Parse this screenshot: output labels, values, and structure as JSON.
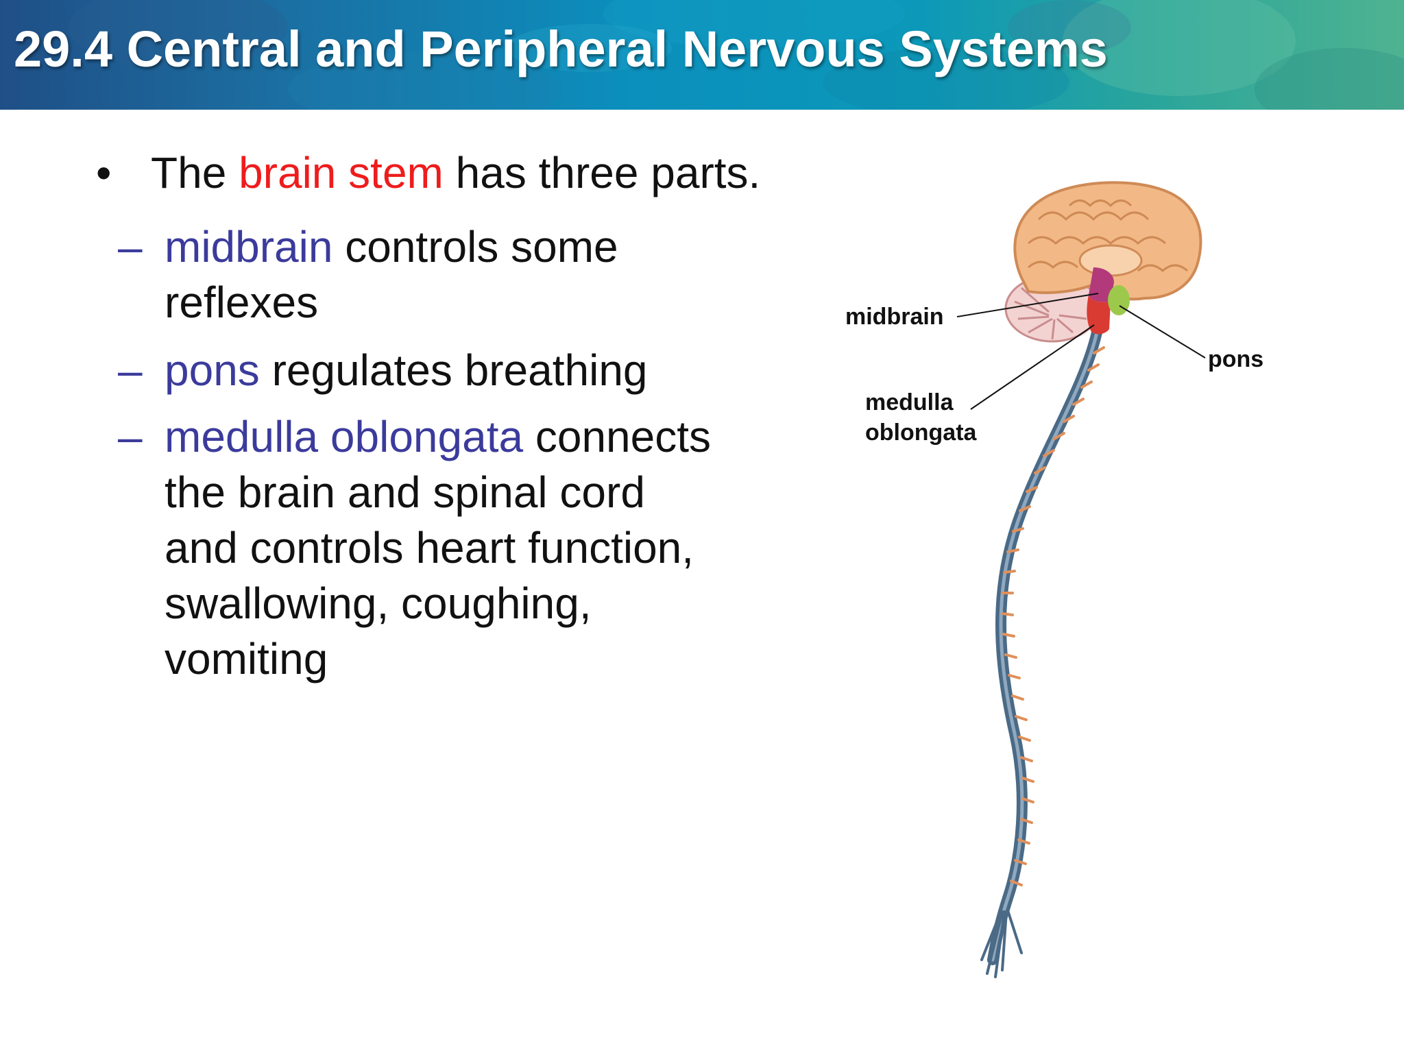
{
  "header": {
    "title": "29.4 Central and Peripheral Nervous Systems"
  },
  "bullet": {
    "marker": "•",
    "prefix": "The ",
    "highlight": "brain stem",
    "suffix": " has three parts."
  },
  "subbullets": [
    {
      "dash": "–",
      "term": "midbrain",
      "line1_rest": " controls some",
      "line2": "reflexes"
    },
    {
      "dash": "–",
      "term": "pons",
      "line1_rest": " regulates breathing"
    },
    {
      "dash": "–",
      "term": "medulla oblongata",
      "line1_rest": " connects",
      "line2": "the brain and spinal cord",
      "line3": "and controls heart function,",
      "line4": "swallowing, coughing,",
      "line5": "vomiting"
    }
  ],
  "figure": {
    "label_midbrain": "midbrain",
    "label_pons": "pons",
    "label_medulla_1": "medulla",
    "label_medulla_2": "oblongata"
  },
  "colors": {
    "highlight_red": "#ee1c1c",
    "term_blue": "#3b3b9c",
    "body_text": "#111111"
  }
}
